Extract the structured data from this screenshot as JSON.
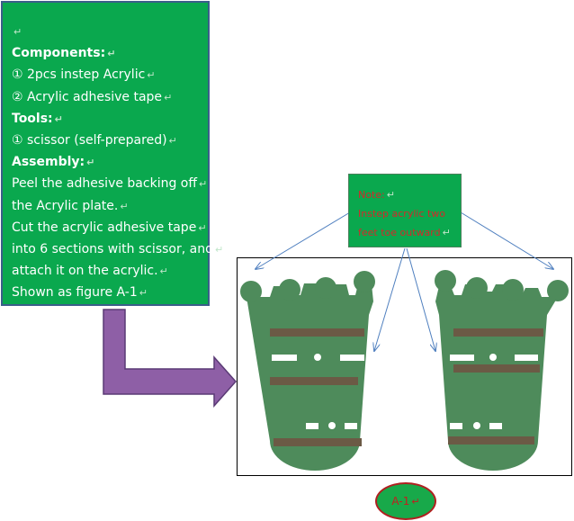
{
  "instructions": {
    "components_heading": "Components:",
    "components": [
      "① 2pcs instep Acrylic",
      "② Acrylic adhesive tape"
    ],
    "tools_heading": "Tools:",
    "tools": [
      "① scissor (self-prepared)"
    ],
    "assembly_heading": "Assembly:",
    "assembly_lines": [
      "Peel the adhesive backing off",
      "the Acrylic plate.",
      "Cut the acrylic adhesive tape",
      "into 6 sections with scissor, and",
      "attach it on the acrylic.",
      "Shown as figure A-1"
    ],
    "return_mark": "↵"
  },
  "note": {
    "lines": [
      "Note:",
      "Instep acrylic two",
      "feet toe outward"
    ]
  },
  "figure_label": "A-1",
  "colors": {
    "panel_green": "#0aa84e",
    "plate_green": "#4e8b5b",
    "tape_brown": "#6b5a45",
    "arrow_purple": "#8e5fa6",
    "note_text_red": "#d22a2a",
    "leader_line_blue": "#4f7fbf"
  }
}
